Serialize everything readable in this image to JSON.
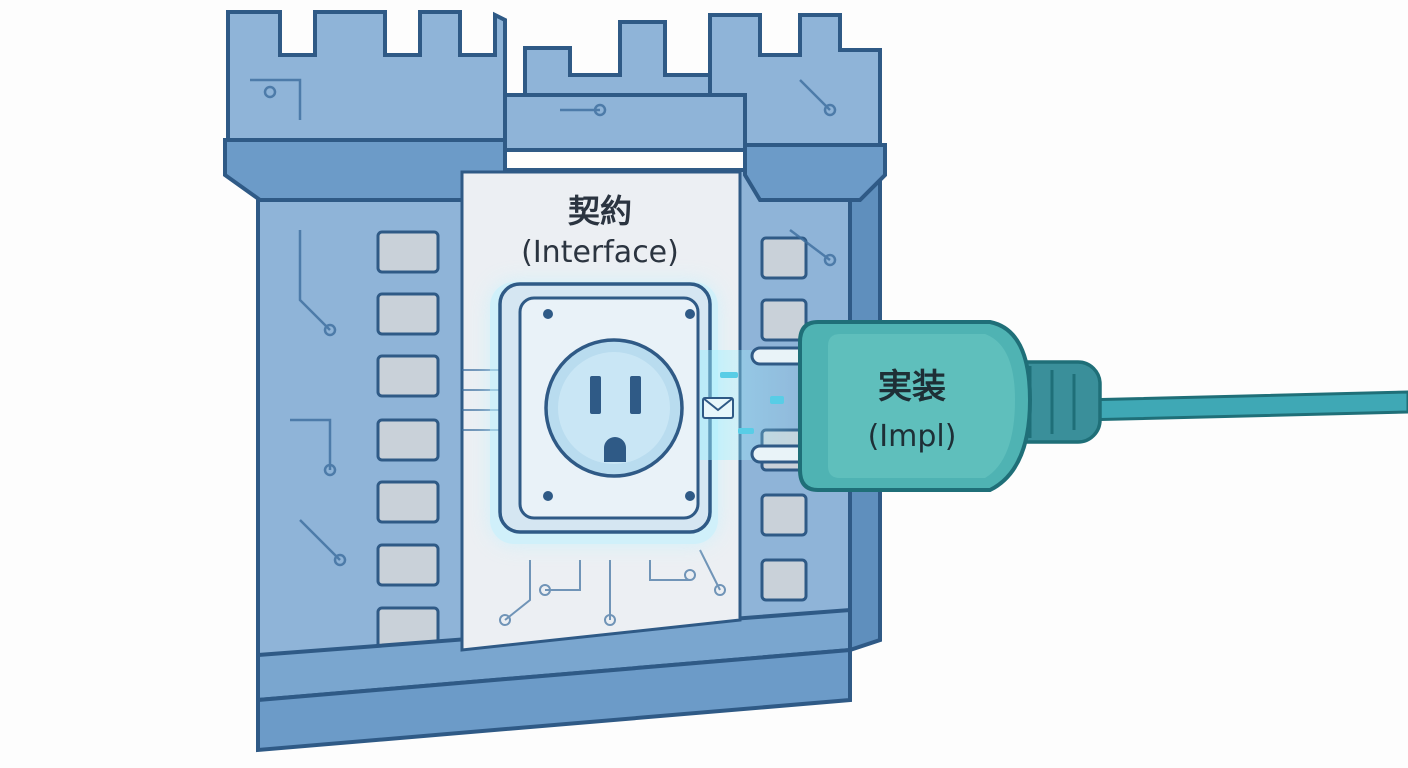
{
  "contract": {
    "title": "契約",
    "subtitle": "(Interface)"
  },
  "implementation": {
    "title": "実装",
    "subtitle": "(Impl)"
  },
  "colors": {
    "wall_fill": "#8fb4d8",
    "wall_dark": "#3d6e9e",
    "wall_outline": "#2f5a86",
    "panel_fill": "#eceff3",
    "stone_gray": "#c9d1d9",
    "socket_fill": "#dceef7",
    "socket_glow": "#7fe0f5",
    "plug_fill": "#4fb3b3",
    "plug_outline": "#1f6f78",
    "cable": "#3fa8b5",
    "text_dark": "#2b3440"
  },
  "icons": {
    "message": "envelope-icon",
    "outlet": "power-outlet-icon",
    "plug": "power-plug-icon"
  }
}
